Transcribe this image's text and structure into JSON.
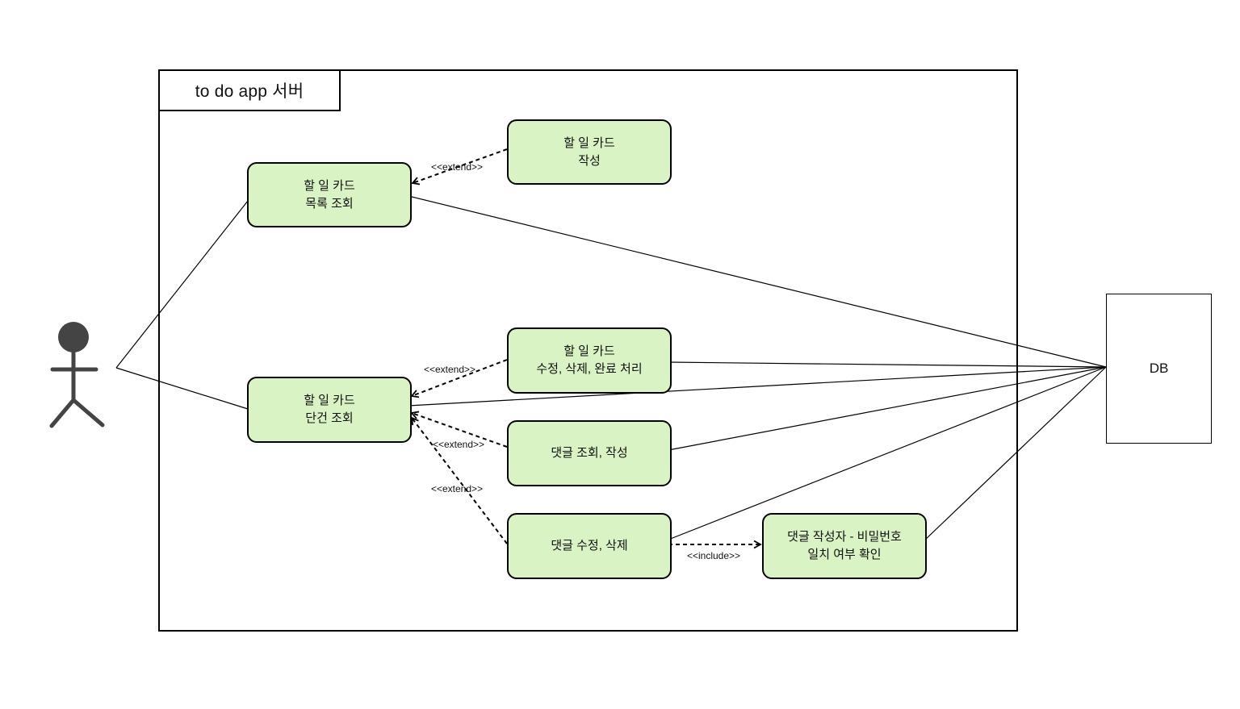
{
  "diagram": {
    "system": {
      "title": "to do app 서버"
    },
    "db": {
      "label": "DB"
    },
    "use_cases": {
      "card_create": {
        "label": "할 일 카드\n작성"
      },
      "card_list": {
        "label": "할 일 카드\n목록 조회"
      },
      "card_edit": {
        "label": "할 일 카드\n수정, 삭제, 완료 처리"
      },
      "card_single": {
        "label": "할 일 카드\n단건 조회"
      },
      "comment_read_create": {
        "label": "댓글 조회, 작성"
      },
      "comment_edit_delete": {
        "label": "댓글 수정, 삭제"
      },
      "comment_password_check": {
        "label": "댓글 작성자 - 비밀번호\n일치 여부 확인"
      }
    },
    "labels": {
      "extend": "<<extend>>",
      "include": "<<include>>"
    },
    "relationships": [
      {
        "type": "association",
        "from": "actor",
        "to": "card_list"
      },
      {
        "type": "association",
        "from": "actor",
        "to": "card_single"
      },
      {
        "type": "extend",
        "from": "card_create",
        "to": "card_list",
        "label": "<<extend>>"
      },
      {
        "type": "extend",
        "from": "card_edit",
        "to": "card_single",
        "label": "<<extend>>"
      },
      {
        "type": "extend",
        "from": "comment_read_create",
        "to": "card_single",
        "label": "<<extend>>"
      },
      {
        "type": "extend",
        "from": "comment_edit_delete",
        "to": "card_single",
        "label": "<<extend>>"
      },
      {
        "type": "include",
        "from": "comment_edit_delete",
        "to": "comment_password_check",
        "label": "<<include>>"
      },
      {
        "type": "association",
        "from": "card_list",
        "to": "db"
      },
      {
        "type": "association",
        "from": "card_edit",
        "to": "db"
      },
      {
        "type": "association",
        "from": "card_single",
        "to": "db"
      },
      {
        "type": "association",
        "from": "comment_read_create",
        "to": "db"
      },
      {
        "type": "association",
        "from": "comment_edit_delete",
        "to": "db"
      },
      {
        "type": "association",
        "from": "comment_password_check",
        "to": "db"
      }
    ],
    "colors": {
      "use_case_fill": "#daf3c4",
      "line": "#000000",
      "actor": "#444444"
    }
  }
}
